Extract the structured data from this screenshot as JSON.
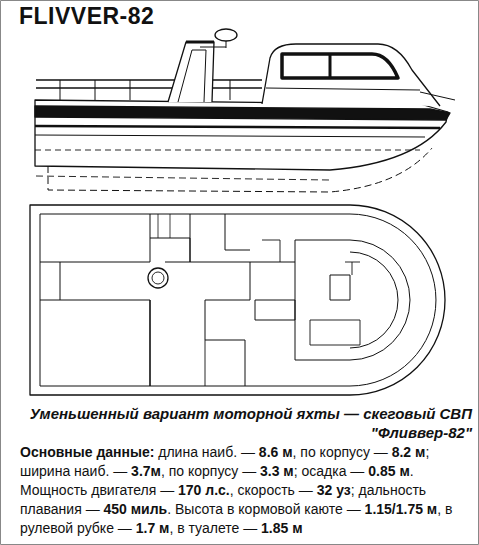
{
  "diagram": {
    "title": "FLIVVER-82",
    "caption": "Уменьшенный вариант моторной яхты — скеговый СВП \"Фливвер-82\"",
    "labels": [
      "Основные данные: ",
      "длина наиб. — ",
      "8.6 м",
      ", по корпусу — ",
      "8.2 м",
      "; ширина наиб. — ",
      "3.7м",
      ", по корпусу — ",
      "3.3 м",
      "; осадка — ",
      "0.85 м",
      ". Мощность двигателя — ",
      "170 л.с.",
      ", скорость — ",
      "32 уз",
      "; дальность плавания — ",
      "450 миль",
      ". Высота в кормовой каюте — ",
      "1.15/1.75 м",
      ", в рулевой рубке — ",
      "1.7 м",
      ", в туалете — ",
      "1.85 м"
    ]
  }
}
